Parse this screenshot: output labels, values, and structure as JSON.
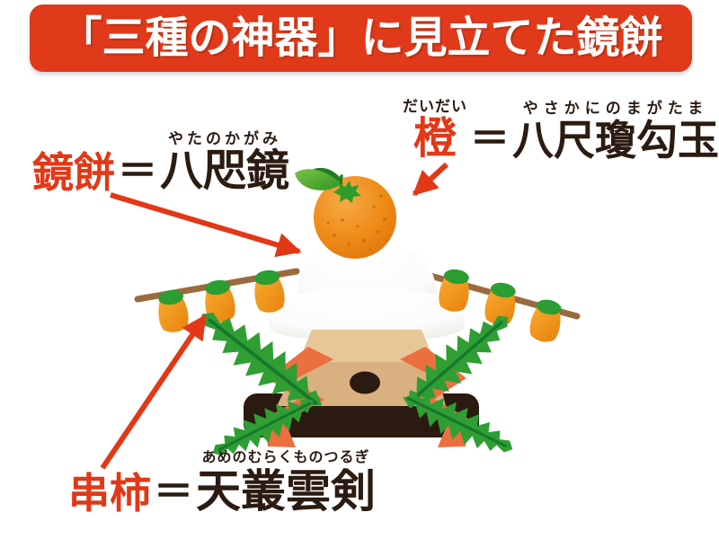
{
  "title": {
    "text": "「三種の神器」に見立てた鏡餅"
  },
  "labels": {
    "kagamimochi": {
      "term": "鏡餅",
      "equals": "＝",
      "treasure": "八咫鏡",
      "treasure_furigana": "やたのかがみ"
    },
    "daidai": {
      "term": "橙",
      "term_furigana": "だいだい",
      "equals": "＝",
      "treasure": "八尺瓊勾玉",
      "treasure_furigana": "やさかにのまがたま"
    },
    "kushigaki": {
      "term": "串柿",
      "equals": "＝",
      "treasure": "天叢雲剣",
      "treasure_furigana": "あめのむらくものつるぎ"
    }
  },
  "colors": {
    "banner_red": "#e03a1b",
    "accent_red": "#e23817",
    "text_black": "#2b1b11",
    "orange_fruit": "#ee8b17",
    "persimmon_orange": "#f09a18",
    "pine_green": "#2f9e33",
    "mochi_white": "#ffffff",
    "stand_tan": "#d9b181",
    "stand_base_dark": "#2b1a10",
    "gohei_orange": "#ec6f40",
    "stick_brown": "#9a6b3e"
  },
  "illustration": {
    "parts": [
      "daidai-orange",
      "kagami-mochi",
      "kushigaki-garland",
      "sanpo-stand",
      "gohei-paper",
      "pine-fronds",
      "pointer-arrows"
    ]
  }
}
